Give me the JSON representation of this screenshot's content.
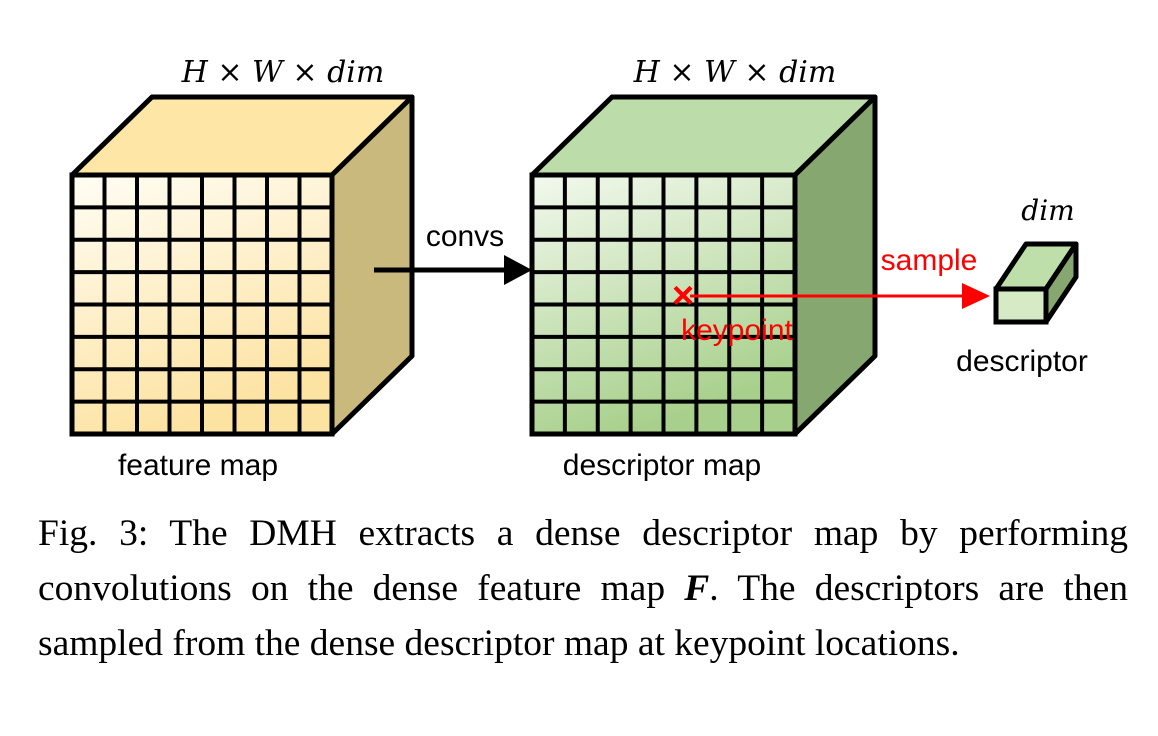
{
  "diagram": {
    "feature_map": {
      "dims_label": "H × W × dim",
      "name": "feature map",
      "colors": {
        "front_top": "#fffdf4",
        "front_bottom": "#fde3a2",
        "top_face": "#fde6a6",
        "side_face": "#c9b97c"
      }
    },
    "descriptor_map": {
      "dims_label": "H × W × dim",
      "name": "descriptor map",
      "colors": {
        "front_top": "#f3f9ee",
        "front_bottom": "#a8d08c",
        "top_face": "#bcdcaa",
        "side_face": "#87a770"
      }
    },
    "arrow_convs_label": "convs",
    "sample_label": "sample",
    "keypoint_label": "keypoint",
    "keypoint_marker": "×",
    "descriptor": {
      "dims_label": "dim",
      "name": "descriptor",
      "colors": {
        "front": "#d6eac6",
        "top_face": "#bedfa9",
        "side_face": "#87a770"
      }
    },
    "accent_red": "#ff0000"
  },
  "caption": {
    "prefix": "Fig. 3: The DMH extracts a dense descriptor map by performing convolutions on the dense feature map ",
    "symbol": "F",
    "suffix": ". The descriptors are then sampled from the dense descriptor map at keypoint locations."
  }
}
